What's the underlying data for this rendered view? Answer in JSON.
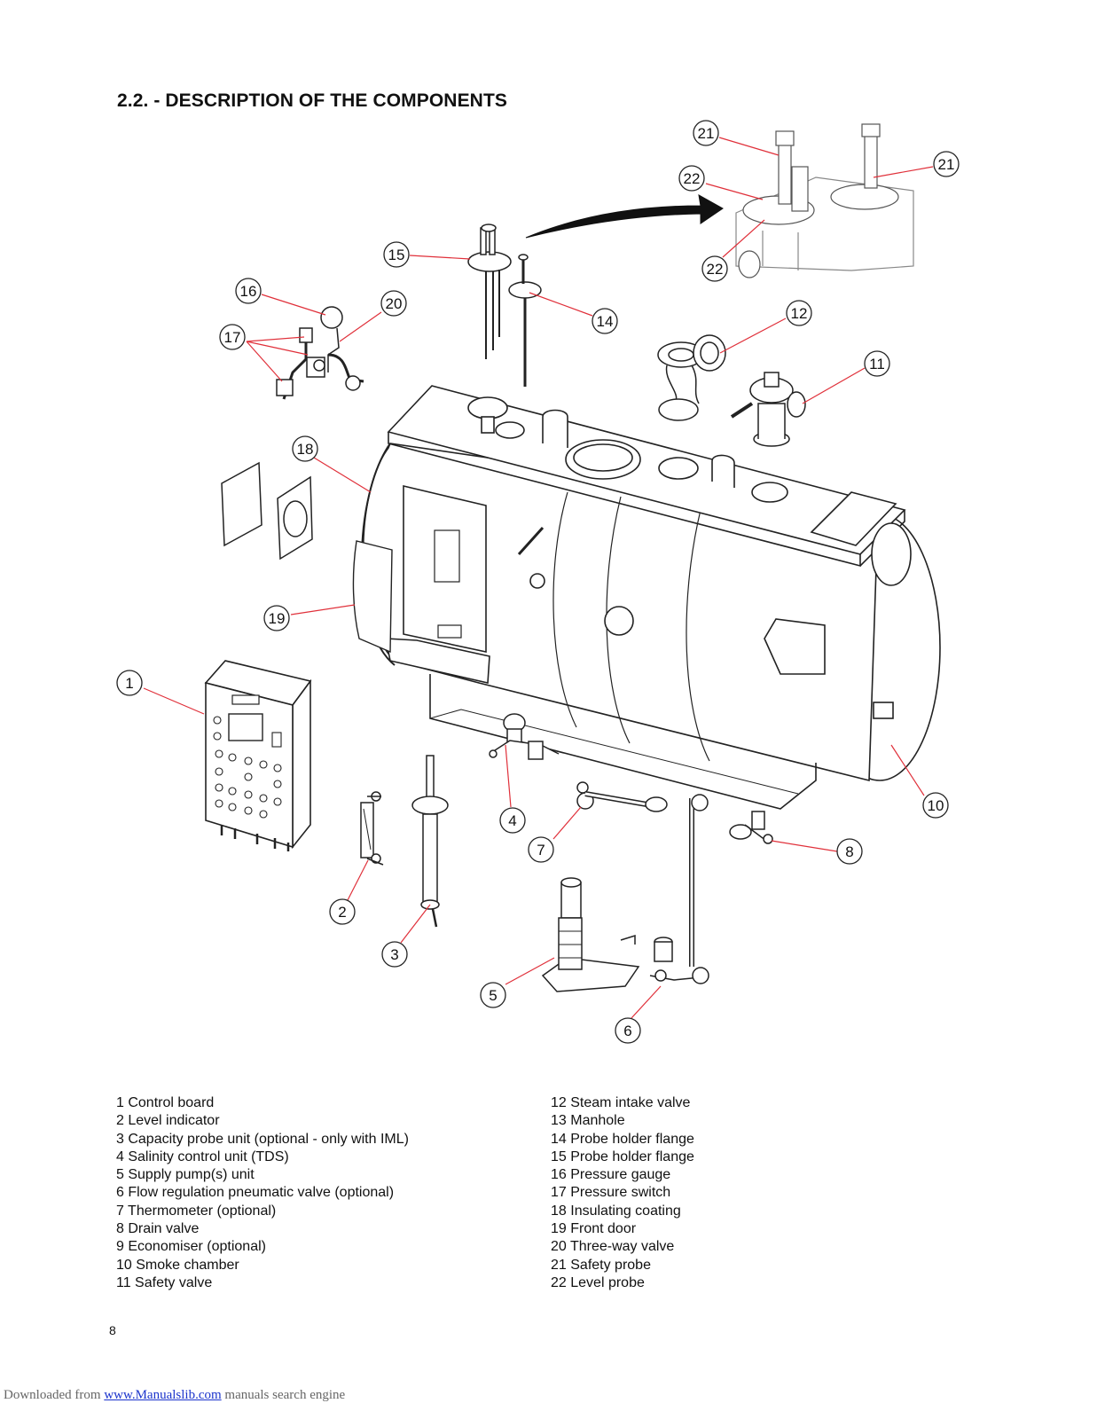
{
  "heading": "2.2. - DESCRIPTION OF THE COMPONENTS",
  "callouts": [
    "1",
    "2",
    "3",
    "4",
    "5",
    "6",
    "7",
    "8",
    "10",
    "11",
    "12",
    "14",
    "15",
    "16",
    "17",
    "18",
    "19",
    "20",
    "21",
    "21",
    "22",
    "22"
  ],
  "legend_left": [
    "1 Control board",
    "2 Level indicator",
    "3 Capacity probe unit (optional - only with IML)",
    "4 Salinity control unit (TDS)",
    "5 Supply pump(s) unit",
    "6 Flow regulation pneumatic valve (optional)",
    "7 Thermometer (optional)",
    "8 Drain valve",
    "9 Economiser (optional)",
    "10 Smoke chamber",
    "11 Safety valve"
  ],
  "legend_right": [
    "12 Steam intake valve",
    "13 Manhole",
    "14 Probe holder flange",
    "15 Probe holder flange",
    "16 Pressure gauge",
    "17 Pressure switch",
    "18 Insulating coating",
    "19 Front door",
    "20 Three-way valve",
    "21 Safety probe",
    "22 Level probe"
  ],
  "page_number": "8",
  "footer": {
    "prefix": "Downloaded from ",
    "link": "www.Manualslib.com",
    "suffix": " manuals search engine"
  },
  "colors": {
    "leader": "#e0303a",
    "line": "#222222",
    "link": "#1a33cc"
  }
}
